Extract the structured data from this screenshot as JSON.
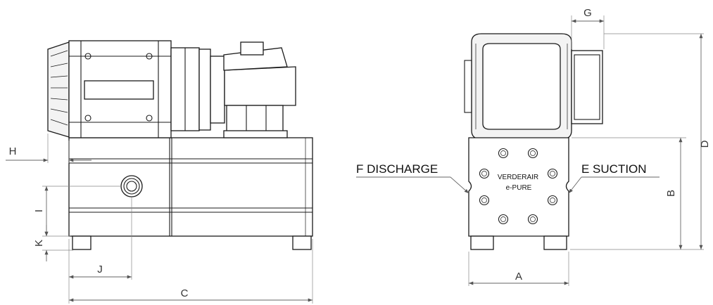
{
  "dimensions": {
    "A": "A",
    "B": "B",
    "C": "C",
    "D": "D",
    "G": "G",
    "H": "H",
    "I": "I",
    "J": "J",
    "K": "K"
  },
  "callouts": {
    "discharge": "F DISCHARGE",
    "suction": "E SUCTION"
  },
  "brand": {
    "line1": "VERDERAIR",
    "line2": "e-PURE"
  },
  "colors": {
    "line": "#1a1a1a",
    "dimension": "#666666",
    "background": "#ffffff"
  }
}
